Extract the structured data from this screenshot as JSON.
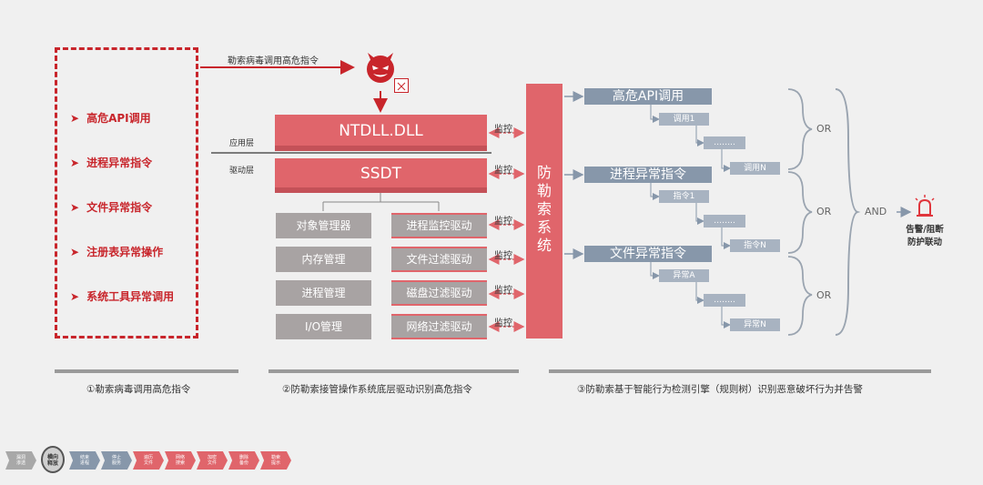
{
  "left_panel": {
    "items": [
      "高危API调用",
      "进程异常指令",
      "文件异常指令",
      "注册表异常操作",
      "系统工具异常调用"
    ],
    "bullet": "➤",
    "color": "#c8252b"
  },
  "top_arrow_label": "勒索病毒调用高危指令",
  "devil_icon": "devil-icon",
  "layers": {
    "app": "应用层",
    "driver": "驱动层"
  },
  "ntdll": "NTDLL.DLL",
  "ssdt": "SSDT",
  "managers": [
    "对象管理器",
    "内存管理",
    "进程管理",
    "I/O管理"
  ],
  "drivers": [
    "进程监控驱动",
    "文件过滤驱动",
    "磁盘过滤驱动",
    "网络过滤驱动"
  ],
  "monitor_label": "监控",
  "system_label": "防勒索系统",
  "trees": [
    {
      "head": "高危API调用",
      "items": [
        "调用1",
        "……..",
        "调用N"
      ]
    },
    {
      "head": "进程异常指令",
      "items": [
        "指令1",
        "……..",
        "指令N"
      ]
    },
    {
      "head": "文件异常指令",
      "items": [
        "异常A",
        "……..",
        "异常N"
      ]
    }
  ],
  "or_label": "OR",
  "and_label": "AND",
  "alarm_icon": "alarm-icon",
  "alarm_text": [
    "告警/阻断",
    "防护联动"
  ],
  "captions": [
    "①勒索病毒调用高危指令",
    "②防勒索接管操作系统底层驱动识别高危指令",
    "③防勒索基于智能行为检测引擎（规则树）识别恶意破坏行为并告警"
  ],
  "breadcrumb": {
    "steps": [
      "漏洞\n渗透",
      "横向\n释放",
      "结束\n进程",
      "停止\n服务",
      "遍历\n文件",
      "网络\n搜索",
      "加密\n文件",
      "删除\n备份",
      "勒索\n提示"
    ],
    "colors": [
      "#a8a8a8",
      "#a8a8a8",
      "#8797aa",
      "#8797aa",
      "#e0656b",
      "#e0656b",
      "#e0656b",
      "#e0656b",
      "#e0656b"
    ],
    "highlight_index": 1
  },
  "colors": {
    "red": "#e0656b",
    "dark_red": "#c8252b",
    "gray": "#a8a3a3",
    "blue_gray": "#8797aa"
  }
}
